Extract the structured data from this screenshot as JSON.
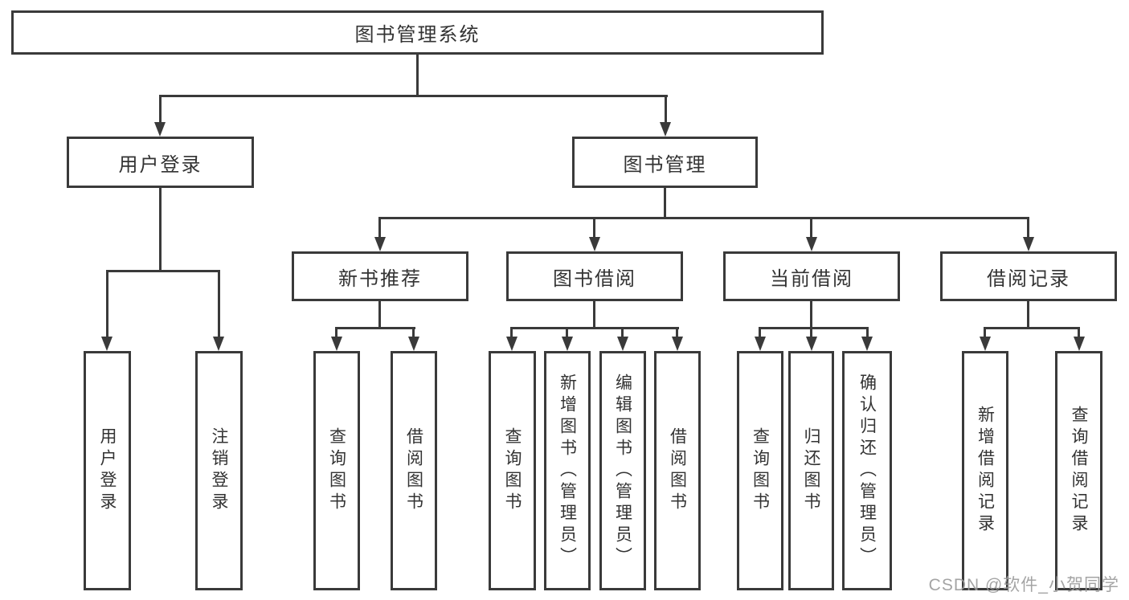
{
  "tree": {
    "root": {
      "label": "图书管理系统",
      "children": [
        {
          "label": "用户登录",
          "children": [
            {
              "label": "用户登录"
            },
            {
              "label": "注销登录"
            }
          ]
        },
        {
          "label": "图书管理",
          "children": [
            {
              "label": "新书推荐",
              "children": [
                {
                  "label": "查询图书"
                },
                {
                  "label": "借阅图书"
                }
              ]
            },
            {
              "label": "图书借阅",
              "children": [
                {
                  "label": "查询图书"
                },
                {
                  "label": "新增图书（管理员）"
                },
                {
                  "label": "编辑图书（管理员）"
                },
                {
                  "label": "借阅图书"
                }
              ]
            },
            {
              "label": "当前借阅",
              "children": [
                {
                  "label": "查询图书"
                },
                {
                  "label": "归还图书"
                },
                {
                  "label": "确认归还（管理员）"
                }
              ]
            },
            {
              "label": "借阅记录",
              "children": [
                {
                  "label": "新增借阅记录"
                },
                {
                  "label": "查询借阅记录"
                }
              ]
            }
          ]
        }
      ]
    }
  },
  "watermark": "CSDN @软件_小贺同学",
  "colors": {
    "line": "#3a3a3a",
    "text": "#333333",
    "background": "#ffffff",
    "watermark": "#9b9b9b"
  }
}
